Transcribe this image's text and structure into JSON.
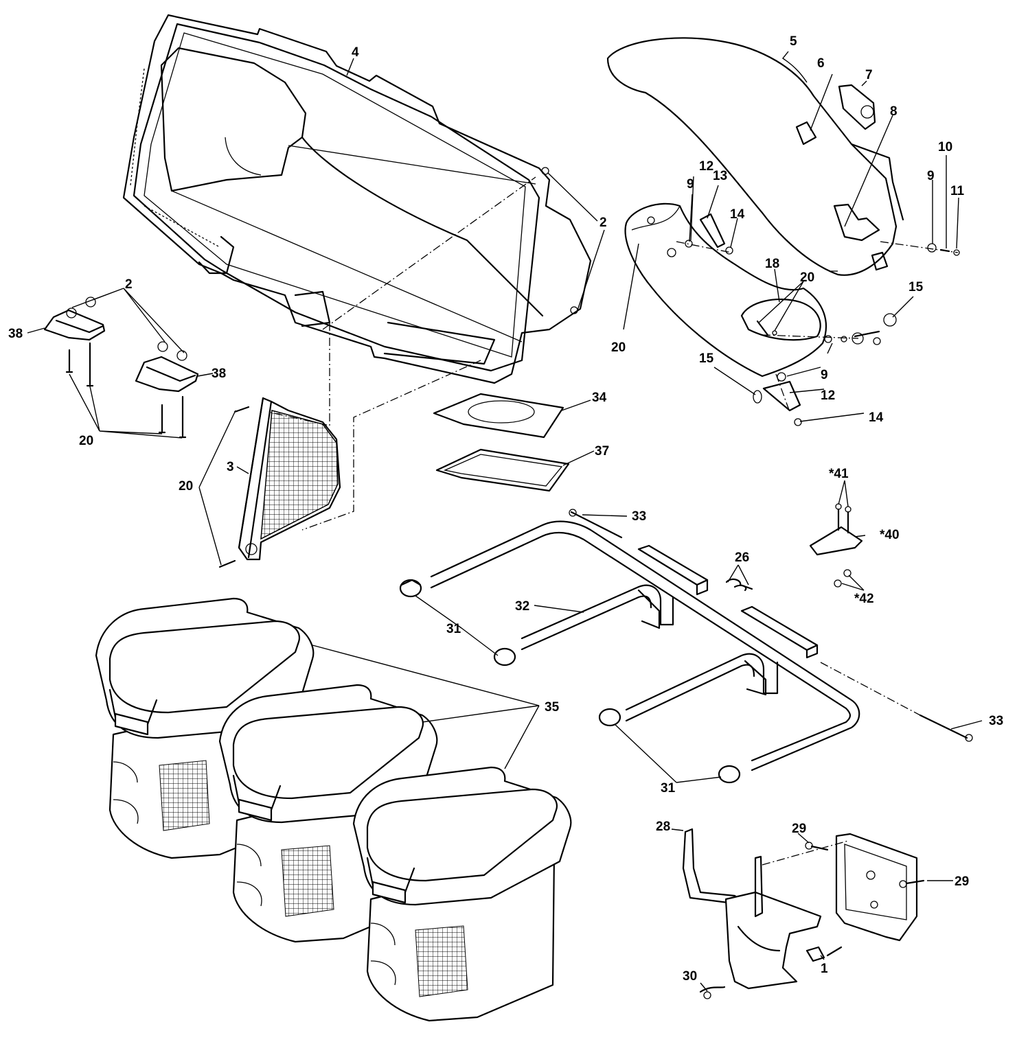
{
  "callouts": {
    "c1": "1",
    "c2a": "2",
    "c2b": "2",
    "c3": "3",
    "c4": "4",
    "c5": "5",
    "c6": "6",
    "c7": "7",
    "c8": "8",
    "c9a": "9",
    "c9b": "9",
    "c9c": "9",
    "c10": "10",
    "c11": "11",
    "c12a": "12",
    "c12b": "12",
    "c13": "13",
    "c14a": "14",
    "c14b": "14",
    "c15a": "15",
    "c15b": "15",
    "c18": "18",
    "c20a": "20",
    "c20b": "20",
    "c20c": "20",
    "c20d": "20",
    "c26": "26",
    "c28": "28",
    "c29a": "29",
    "c29b": "29",
    "c30": "30",
    "c31a": "31",
    "c31b": "31",
    "c32": "32",
    "c33a": "33",
    "c33b": "33",
    "c34": "34",
    "c35": "35",
    "c37": "37",
    "c38a": "38",
    "c38b": "38",
    "c40": "*40",
    "c41": "*41",
    "c42": "*42"
  }
}
